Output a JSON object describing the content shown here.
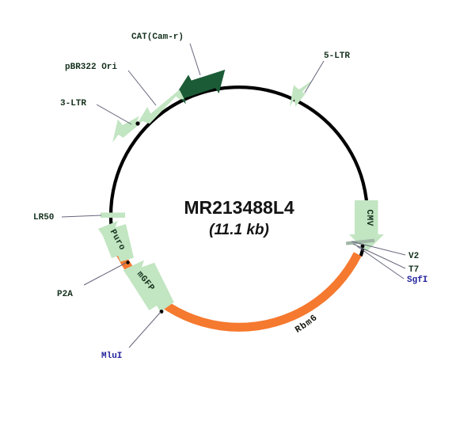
{
  "plasmid": {
    "name": "MR213488L4",
    "size": "(11.1 kb)",
    "backbone_color": "#000000",
    "light_green": "#c2e5c2",
    "dark_green": "#1b5c37",
    "orange": "#f5792f",
    "label_color": "#14301c",
    "site_color": "#22229c"
  },
  "features": [
    {
      "name": "CAT (Cam-r)",
      "color": "#1b5c37",
      "shape": "arrow",
      "label": "CAT(Cam-r)"
    },
    {
      "name": "pBR322 Ori",
      "color": "#c2e5c2",
      "shape": "arrow",
      "label": "pBR322 Ori"
    },
    {
      "name": "3-LTR",
      "color": "#c2e5c2",
      "shape": "arrow",
      "label": "3-LTR"
    },
    {
      "name": "5-LTR",
      "color": "#c2e5c2",
      "shape": "arrow",
      "label": "5-LTR"
    },
    {
      "name": "LR50",
      "color": "#c2e5c2",
      "shape": "tick",
      "label": "LR50"
    },
    {
      "name": "Puro",
      "color": "#c2e5c2",
      "shape": "arrow",
      "label": "Puro"
    },
    {
      "name": "P2A",
      "color": "#c2e5c2",
      "shape": "marker",
      "label": "P2A"
    },
    {
      "name": "mGFP",
      "color": "#c2e5c2",
      "shape": "arrow",
      "label": "mGFP"
    },
    {
      "name": "Rbm6",
      "color": "#f5792f",
      "shape": "arc",
      "label": "Rbm6"
    },
    {
      "name": "CMV",
      "color": "#c2e5c2",
      "shape": "arrow",
      "label": "CMV"
    },
    {
      "name": "V2",
      "color": "#14301c",
      "shape": "marker",
      "label": "V2"
    },
    {
      "name": "T7",
      "color": "#14301c",
      "shape": "marker",
      "label": "T7"
    }
  ],
  "restriction_sites": [
    {
      "name": "MluI",
      "label": "MluI",
      "color": "#22229c"
    },
    {
      "name": "SgfI",
      "label": "SgfI",
      "color": "#22229c"
    }
  ],
  "labels": {
    "cat": "CAT(Cam-r)",
    "pbr322": "pBR322 Ori",
    "ltr3": "3-LTR",
    "ltr5": "5-LTR",
    "lr50": "LR50",
    "puro": "Puro",
    "p2a": "P2A",
    "mgfp": "mGFP",
    "mlui": "MluI",
    "rbm6": "Rbm6",
    "cmv": "CMV",
    "v2": "V2",
    "t7": "T7",
    "sgfi": "SgfI"
  }
}
